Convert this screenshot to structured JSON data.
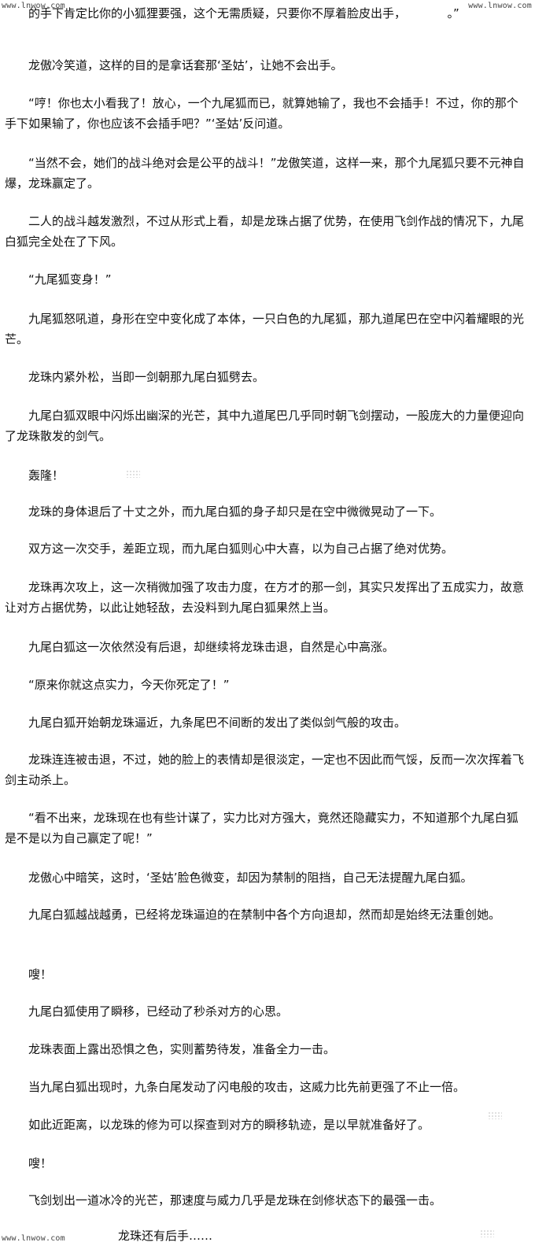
{
  "watermarks": {
    "top_left": "www.lnwow.com",
    "top_right": "www.lnwow.com",
    "bottom_left": "www.lnwow.com"
  },
  "paragraphs": [
    "　　的手下肯定比你的小狐狸要强，这个无需质疑，只要你不厚着脸皮出手，　　　　。”",
    "　　龙傲冷笑道，这样的目的是拿话套那‘圣姑’，让她不会出手。",
    "　　“哼！你也太小看我了！放心，一个九尾狐而已，就算她输了，我也不会插手！不过，你的那个手下如果输了，你也应该不会插手吧？”‘圣姑’反问道。",
    "　　“当然不会，她们的战斗绝对会是公平的战斗！”龙傲笑道，这样一来，那个九尾狐只要不元神自爆，龙珠赢定了。",
    "　　二人的战斗越发激烈，不过从形式上看，却是龙珠占据了优势，在使用飞剑作战的情况下，九尾白狐完全处在了下风。",
    "　　“九尾狐变身！”",
    "　　九尾狐怒吼道，身形在空中变化成了本体，一只白色的九尾狐，那九道尾巴在空中闪着耀眼的光芒。",
    "　　龙珠内紧外松，当即一剑朝那九尾白狐劈去。",
    "　　九尾白狐双眼中闪烁出幽深的光芒，其中九道尾巴几乎同时朝飞剑摆动，一股庞大的力量便迎向了龙珠散发的剑气。",
    "　　轰隆！",
    "　　龙珠的身体退后了十丈之外，而九尾白狐的身子却只是在空中微微晃动了一下。",
    "　　双方这一次交手，差距立现，而九尾白狐则心中大喜，以为自己占据了绝对优势。",
    "　　龙珠再次攻上，这一次稍微加强了攻击力度，在方才的那一剑，其实只发挥出了五成实力，故意让对方占据优势，以此让她轻敌，去没料到九尾白狐果然上当。",
    "　　九尾白狐这一次依然没有后退，却继续将龙珠击退，自然是心中高涨。",
    "　　“原来你就这点实力，今天你死定了！”",
    "　　九尾白狐开始朝龙珠逼近，九条尾巴不间断的发出了类似剑气般的攻击。",
    "　　龙珠连连被击退，不过，她的脸上的表情却是很淡定，一定也不因此而气馁，反而一次次挥着飞剑主动杀上。",
    "　　“看不出来，龙珠现在也有些计谋了，实力比对方强大，竟然还隐藏实力，不知道那个九尾白狐是不是以为自己赢定了呢！”",
    "　　龙傲心中暗笑，这时，‘圣姑’脸色微变，却因为禁制的阻挡，自己无法提醒九尾白狐。",
    "　　九尾白狐越战越勇，已经将龙珠逼迫的在禁制中各个方向退却，然而却是始终无法重创她。",
    "　　嗖！",
    "　　九尾白狐使用了瞬移，已经动了秒杀对方的心思。",
    "　　龙珠表面上露出恐惧之色，实则蓄势待发，准备全力一击。",
    "　　当九尾白狐出现时，九条白尾发动了闪电般的攻击，这威力比先前更强了不止一倍。",
    "　　如此近距离，以龙珠的修为可以探查到对方的瞬移轨迹，是以早就准备好了。",
    "　　嗖！",
    "　　飞剑划出一道冰冷的光芒，那速度与威力几乎是龙珠在剑修状态下的最强一击。",
    "　　　　龙珠还有后手……"
  ]
}
